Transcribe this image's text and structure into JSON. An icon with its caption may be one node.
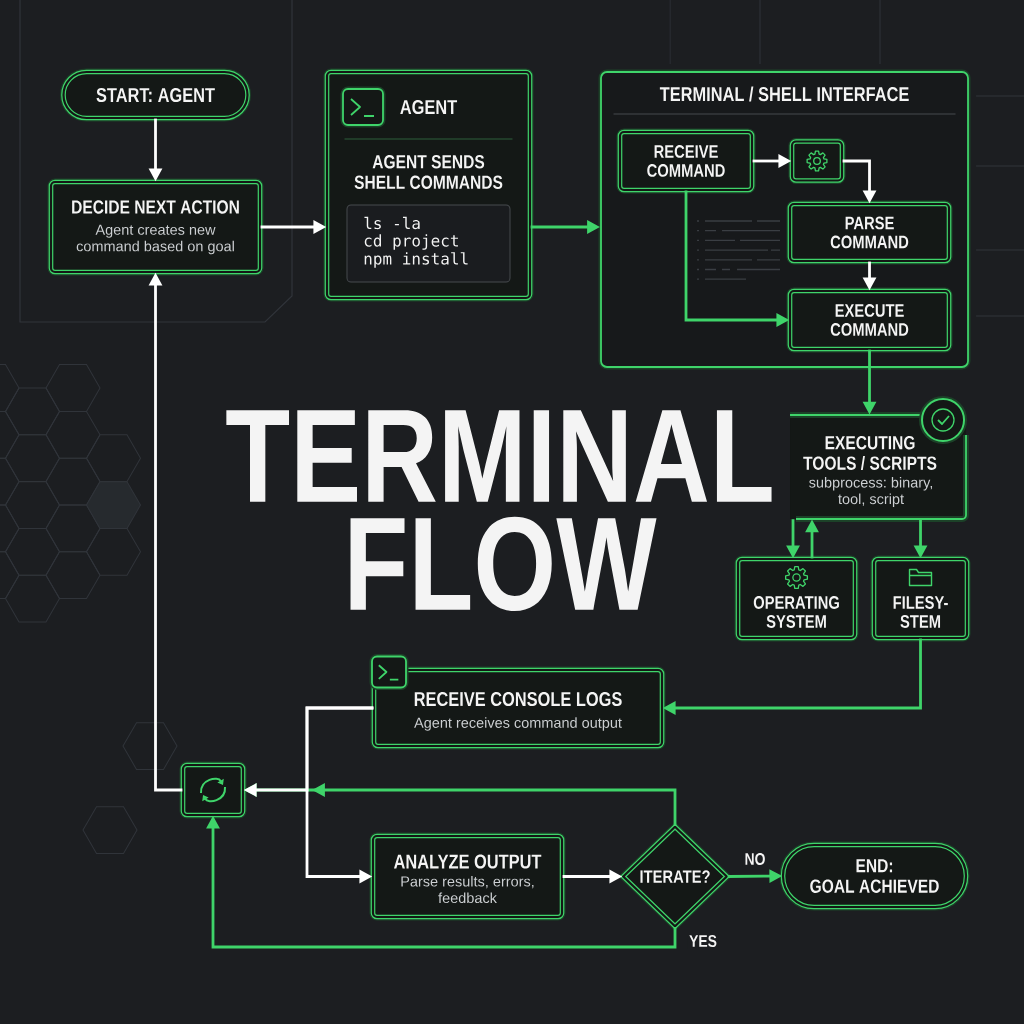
{
  "diagram": {
    "title": "TERMINAL FLOW",
    "nodes": [
      {
        "text": [
          "START: AGENT"
        ]
      },
      {
        "text": [
          "DECIDE NEXT ACTION",
          "Agent creates new command based on goal"
        ]
      },
      {
        "text": [
          "AGENT",
          "AGENT SENDS SHELL COMMANDS"
        ]
      },
      {
        "text": [
          "ls -la",
          "cd project",
          "npm install"
        ],
        "in": 2
      },
      {
        "text": [
          "TERMINAL / SHELL INTERFACE"
        ]
      },
      {
        "text": [
          "RECEIVE COMMAND"
        ],
        "in": 4
      },
      {
        "text": [],
        "shape": "box",
        "in": 4
      },
      {
        "text": [
          "PARSE COMMAND"
        ],
        "in": 4
      },
      {
        "text": [
          "EXECUTE COMMAND"
        ],
        "in": 4
      },
      {
        "text": [
          "EXECUTING TOOLS / SCRIPTS",
          "subprocess: binary, tool, script"
        ]
      },
      {
        "text": [
          "OPERATING SYSTEM"
        ]
      },
      {
        "text": [
          "FILESY- STEM"
        ]
      },
      {
        "text": [
          "RECEIVE CONSOLE LOGS",
          "Agent receives command output"
        ]
      },
      {
        "text": [],
        "shape": "box"
      },
      {
        "text": [
          "ANALYZE OUTPUT",
          "Parse results, errors, feedback"
        ]
      },
      {
        "text": [
          "ITERATE?"
        ]
      },
      {
        "text": [
          "END: GOAL ACHIEVED"
        ]
      }
    ],
    "edges": [
      {
        "from": 0,
        "to": 1,
        "arrow": "to",
        "color": "#ffffff"
      },
      {
        "from": 1,
        "to": 2,
        "arrow": "to",
        "color": "#ffffff"
      },
      {
        "from": 2,
        "to": 4,
        "arrow": "to"
      },
      {
        "from": 5,
        "to": 6,
        "arrow": "to",
        "color": "#ffffff"
      },
      {
        "from": 6,
        "to": 7,
        "arrow": "to",
        "color": "#ffffff"
      },
      {
        "from": 7,
        "to": 8,
        "arrow": "to",
        "color": "#ffffff"
      },
      {
        "from": 5,
        "to": 8,
        "arrow": "to"
      },
      {
        "from": 8,
        "to": 9,
        "arrow": "to"
      },
      {
        "from": 9,
        "to": 10,
        "arrow": "to"
      },
      {
        "from": 10,
        "to": 9,
        "arrow": "to"
      },
      {
        "from": 9,
        "to": 11,
        "arrow": "to"
      },
      {
        "from": 11,
        "to": 12,
        "arrow": "to"
      },
      {
        "from": 12,
        "to": 13,
        "arrow": "to",
        "color": "#ffffff"
      },
      {
        "from": 12,
        "to": 14,
        "arrow": "to",
        "color": "#ffffff"
      },
      {
        "from": 15,
        "to": 13,
        "arrow": "to"
      },
      {
        "from": 14,
        "to": 15,
        "arrow": "to",
        "color": "#ffffff"
      },
      {
        "from": 15,
        "to": 16,
        "arrow": "to",
        "label": "NO"
      },
      {
        "from": 15,
        "to": 13,
        "arrow": "to",
        "label": "YES"
      },
      {
        "from": 13,
        "to": 1,
        "arrow": "to",
        "color": "#ffffff"
      }
    ]
  }
}
